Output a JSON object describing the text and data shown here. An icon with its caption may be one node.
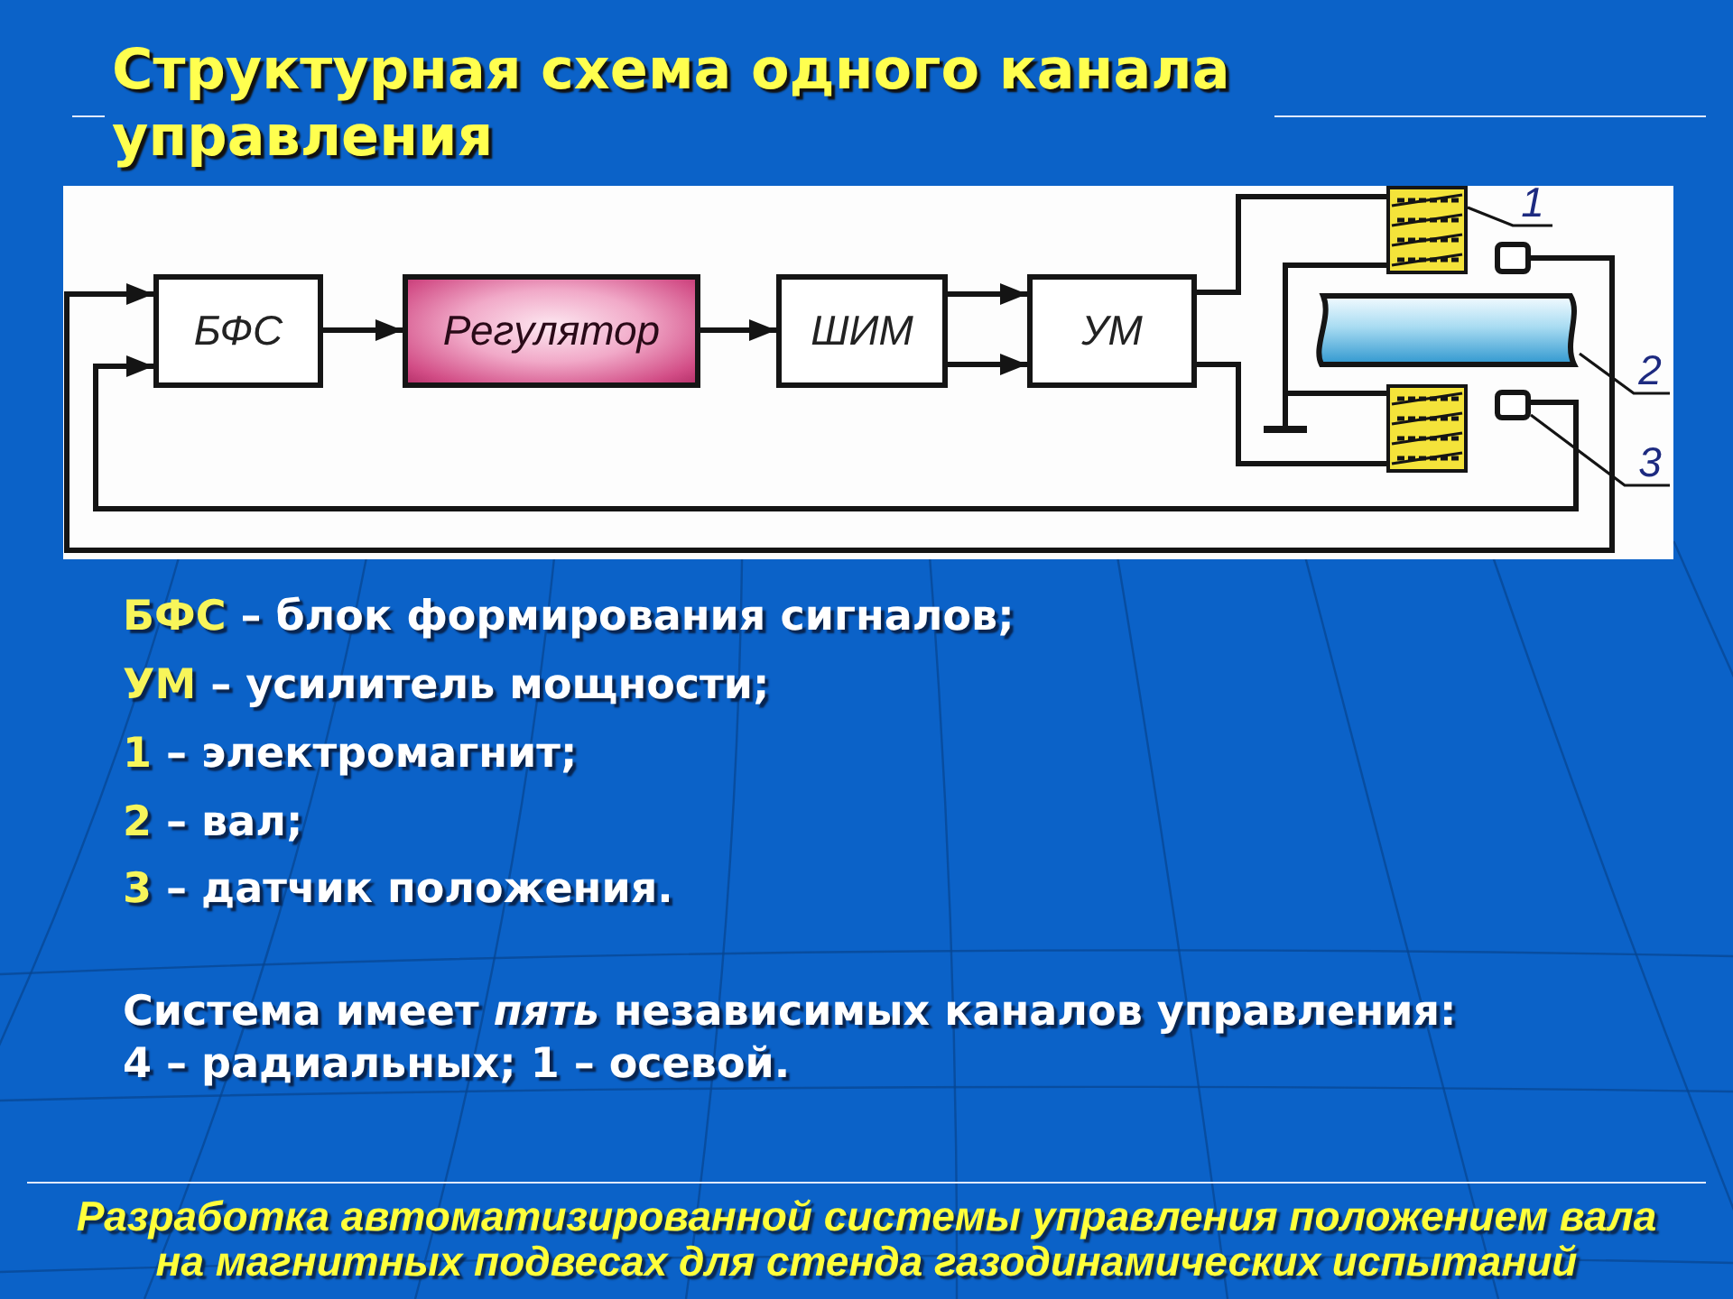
{
  "diagram": {
    "title": "Структурная схема одного канала управления",
    "caption": "Разработка автоматизированной системы управления положением вала на магнитных подвесах для стенда газодинамических испытаний",
    "nodes": [
      {
        "text": [
          "БФС"
        ]
      },
      {
        "text": [
          "Регулятор"
        ]
      },
      {
        "text": [
          "ШИМ"
        ]
      },
      {
        "text": [
          "УМ"
        ]
      },
      {
        "text": [],
        "shape": "picture"
      },
      {
        "text": [
          "1"
        ]
      },
      {
        "text": [],
        "shape": "box"
      },
      {
        "text": [],
        "shape": "cylinder"
      },
      {
        "text": [
          "2"
        ]
      },
      {
        "text": [],
        "shape": "picture"
      },
      {
        "text": [],
        "shape": "box"
      },
      {
        "text": [
          "3"
        ]
      },
      {
        "text": [],
        "shape": "bar"
      }
    ],
    "edges": [
      {
        "from": 0,
        "to": 1,
        "arrow": "to"
      },
      {
        "from": 1,
        "to": 2,
        "arrow": "to"
      },
      {
        "from": 2,
        "to": 3,
        "arrow": "to"
      },
      {
        "from": 2,
        "to": 3,
        "arrow": "to"
      },
      {
        "from": 3,
        "to": 4,
        "arrow": "none"
      },
      {
        "from": 3,
        "to": 9,
        "arrow": "none"
      },
      {
        "from": 4,
        "to": 12,
        "arrow": "none"
      },
      {
        "from": 9,
        "to": 12,
        "arrow": "none"
      },
      {
        "from": 6,
        "to": 0,
        "arrow": "to"
      },
      {
        "from": 10,
        "to": 0,
        "arrow": "to"
      },
      {
        "from": 5,
        "to": 4,
        "arrow": "none"
      },
      {
        "from": 8,
        "to": 7,
        "arrow": "none"
      },
      {
        "from": 11,
        "to": 10,
        "arrow": "none"
      }
    ],
    "labels": [
      "БФС – блок формирования сигналов;",
      "УМ – усилитель мощности;",
      "1 – электромагнит;",
      "2 – вал;",
      "3 – датчик положения.",
      "Система имеет *пять* независимых каналов управления: 4 – радиальных; 1 – осевой."
    ]
  }
}
